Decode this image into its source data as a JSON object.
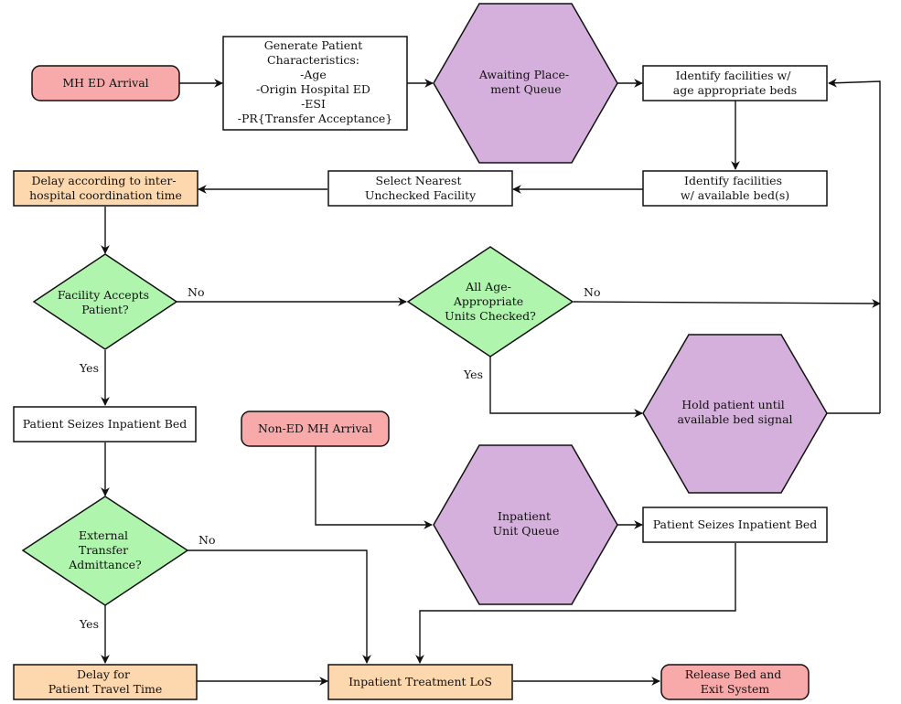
{
  "colors": {
    "terminal_fill": "#f8aaaa",
    "process_fill": "#ffffff",
    "delay_fill": "#fdd7ad",
    "decision_fill": "#b0f5ae",
    "queue_fill": "#d6b0dc",
    "stroke": "#111111"
  },
  "nodes": {
    "mh_ed_arrival": {
      "lines": [
        "MH ED Arrival"
      ]
    },
    "generate_chars": {
      "lines": [
        "Generate Patient",
        "Characteristics:",
        "-Age",
        "-Origin Hospital ED",
        "-ESI",
        "-PR{Transfer Acceptance}"
      ]
    },
    "awaiting_queue": {
      "lines": [
        "Awaiting Place-",
        "ment Queue"
      ]
    },
    "identify_age_beds": {
      "lines": [
        "Identify facilities w/",
        "age appropriate beds"
      ]
    },
    "identify_available": {
      "lines": [
        "Identify facilities",
        "w/ available bed(s)"
      ]
    },
    "select_nearest": {
      "lines": [
        "Select Nearest",
        "Unchecked Facility"
      ]
    },
    "delay_coordination": {
      "lines": [
        "Delay according to inter-",
        "hospital coordination time"
      ]
    },
    "facility_accepts": {
      "lines": [
        "Facility Accepts",
        "Patient?"
      ]
    },
    "all_units_checked": {
      "lines": [
        "All Age-",
        "Appropriate",
        "Units Checked?"
      ]
    },
    "hold_patient": {
      "lines": [
        "Hold patient until",
        "available bed signal"
      ]
    },
    "seize_bed_left": {
      "lines": [
        "Patient Seizes Inpatient Bed"
      ]
    },
    "non_ed_arrival": {
      "lines": [
        "Non-ED MH Arrival"
      ]
    },
    "inpatient_queue": {
      "lines": [
        "Inpatient",
        "Unit Queue"
      ]
    },
    "seize_bed_right": {
      "lines": [
        "Patient Seizes Inpatient Bed"
      ]
    },
    "external_transfer": {
      "lines": [
        "External",
        "Transfer",
        "Admittance?"
      ]
    },
    "delay_travel": {
      "lines": [
        "Delay for",
        "Patient Travel Time"
      ]
    },
    "inpatient_los": {
      "lines": [
        "Inpatient Treatment LoS"
      ]
    },
    "release_bed": {
      "lines": [
        "Release Bed and",
        "Exit System"
      ]
    }
  },
  "edge_labels": {
    "accepts_no": "No",
    "accepts_yes": "Yes",
    "checked_no": "No",
    "checked_yes": "Yes",
    "external_no": "No",
    "external_yes": "Yes"
  }
}
